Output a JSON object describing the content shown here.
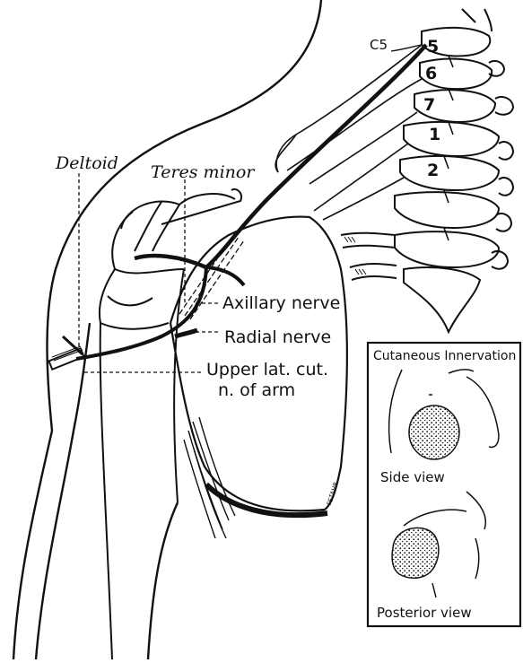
{
  "labels": {
    "deltoid": "Deltoid",
    "teres_minor": "Teres minor",
    "axillary_nerve": "Axillary nerve",
    "radial_nerve": "Radial nerve",
    "upper_lat_line1": "Upper lat. cut.",
    "upper_lat_line2": "n. of arm",
    "c5": "C5",
    "signature": "FSTAHR"
  },
  "vertebrae": [
    "5",
    "6",
    "7",
    "1",
    "2"
  ],
  "inset": {
    "title": "Cutaneous Innervation",
    "side_view": "Side view",
    "posterior_view": "Posterior view"
  },
  "colors": {
    "ink": "#111111",
    "background": "#ffffff"
  }
}
